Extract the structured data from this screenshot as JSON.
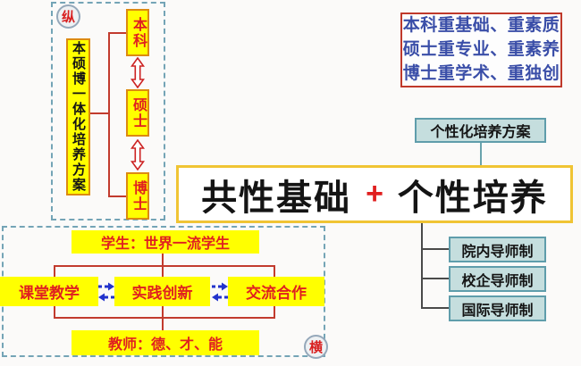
{
  "vertical_section": {
    "badge": "纵",
    "scheme": "本硕博一体化培养方案",
    "levels": [
      "本科",
      "硕士",
      "博士"
    ]
  },
  "emphasis": {
    "lines": [
      "本科重基础、重素质",
      "硕士重专业、重素养",
      "博士重学术、重独创"
    ]
  },
  "personalized_plan": "个性化培养方案",
  "core": {
    "left": "共性基础",
    "plus": "+",
    "right": "个性培养"
  },
  "tutors": [
    "院内导师制",
    "校企导师制",
    "国际导师制"
  ],
  "horizontal_section": {
    "badge": "横",
    "student": "学生：世界一流学生",
    "activities": [
      "课堂教学",
      "实践创新",
      "交流合作"
    ],
    "teacher": "教师：德、才、能"
  },
  "colors": {
    "yellow_fill": "#ffff00",
    "yellow_border": "#dd8a10",
    "red_line": "#c23b2e",
    "red_text": "#e02020",
    "blue_text": "#3a4ea8",
    "teal_fill": "#c5dede",
    "teal_border": "#5f9dab",
    "gold_border": "#f0c434",
    "arrow_blue": "#2233cc",
    "dashed_border": "#74a4b6"
  }
}
